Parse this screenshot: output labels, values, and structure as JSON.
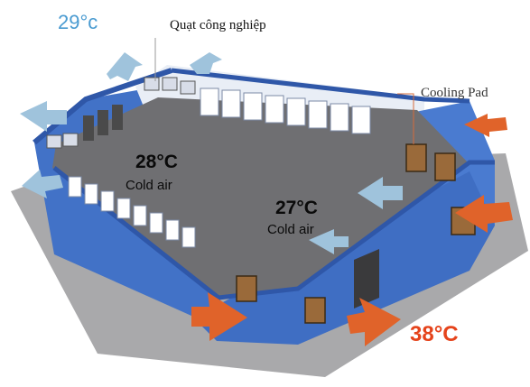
{
  "labels": {
    "outside_temp_top": "29°c",
    "title": "Quạt công nghiệp",
    "cooling_pad": "Cooling Pad",
    "zone1_temp": "28°C",
    "zone1_label": "Cold air",
    "zone2_temp": "27°C",
    "zone2_label": "Cold air",
    "outside_temp_hot": "38°C"
  },
  "colors": {
    "wall_blue": "#3f6fc4",
    "floor_gray": "#6f6f72",
    "ground_gray": "#a9a9ab",
    "hot_arrow": "#e0632a",
    "cool_arrow": "#9fc3dc",
    "accent_text": "#4a9bd1",
    "hot_text": "#e5431b"
  }
}
